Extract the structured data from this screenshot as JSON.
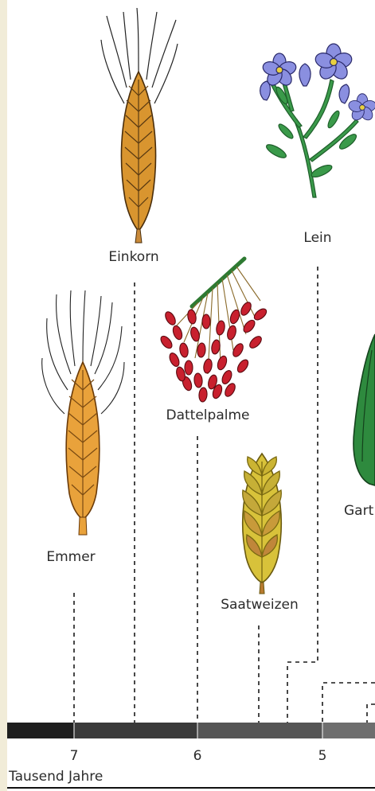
{
  "plants": {
    "einkorn": "Einkorn",
    "lein": "Lein",
    "dattelpalme": "Dattelpalme",
    "emmer": "Emmer",
    "saatweizen": "Saatweizen",
    "gartenerbse_partial": "Gart"
  },
  "timeline": {
    "ticks": [
      "7",
      "6",
      "5"
    ],
    "unit_label": "Tausend Jahre"
  },
  "colors": {
    "wheat_gold": "#d9952f",
    "emmer_orange": "#e9a23b",
    "saatweizen_yellow": "#d8c23a",
    "date_red": "#c8202e",
    "flax_blue": "#8a8fe0",
    "stem_green": "#3a9a4a",
    "axis_dark": "#1e1e1e",
    "axis_mid": "#555555"
  }
}
